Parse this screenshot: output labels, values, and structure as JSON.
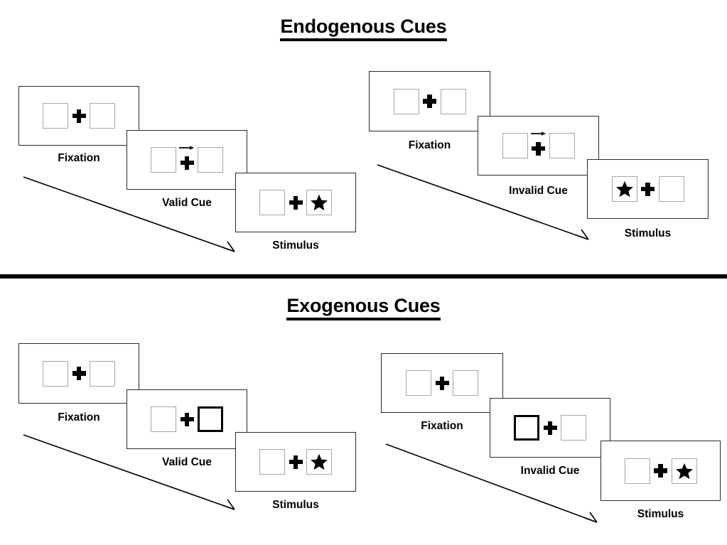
{
  "figure": {
    "title_endogenous": "Endogenous Cues",
    "title_exogenous": "Exogenous Cues",
    "divider_color": "#000000"
  },
  "glyphs": {
    "fixation_cross": "plus-icon",
    "target": "star-icon",
    "directional_cue": "arrow-right-icon",
    "placeholder": "square-placeholder-icon",
    "cued_placeholder": "highlighted-square-icon",
    "time_flow": "diagonal-arrow-icon"
  },
  "colors": {
    "placeholder_border": "#a6a6a6",
    "cued_border": "#000000",
    "panel_border": "#2a2a2a",
    "ink": "#000000",
    "background": "#ffffff"
  },
  "sequences": [
    {
      "id": "endogenous-valid",
      "section": "Endogenous Cues",
      "validity": "valid",
      "frames": [
        {
          "caption": "Fixation",
          "left_box": "empty",
          "right_box": "empty",
          "center": "plus",
          "arrow": "none"
        },
        {
          "caption": "Valid Cue",
          "left_box": "empty",
          "right_box": "empty",
          "center": "plus",
          "arrow": "right"
        },
        {
          "caption": "Stimulus",
          "left_box": "empty",
          "right_box": "star",
          "center": "plus",
          "arrow": "none"
        }
      ]
    },
    {
      "id": "endogenous-invalid",
      "section": "Endogenous Cues",
      "validity": "invalid",
      "frames": [
        {
          "caption": "Fixation",
          "left_box": "empty",
          "right_box": "empty",
          "center": "plus",
          "arrow": "none"
        },
        {
          "caption": "Invalid Cue",
          "left_box": "empty",
          "right_box": "empty",
          "center": "plus",
          "arrow": "right"
        },
        {
          "caption": "Stimulus",
          "left_box": "star",
          "right_box": "empty",
          "center": "plus",
          "arrow": "none"
        }
      ]
    },
    {
      "id": "exogenous-valid",
      "section": "Exogenous Cues",
      "validity": "valid",
      "frames": [
        {
          "caption": "Fixation",
          "left_box": "empty",
          "right_box": "empty",
          "center": "plus",
          "arrow": "none"
        },
        {
          "caption": "Valid Cue",
          "left_box": "empty",
          "right_box": "cued",
          "center": "plus",
          "arrow": "none"
        },
        {
          "caption": "Stimulus",
          "left_box": "empty",
          "right_box": "star",
          "center": "plus",
          "arrow": "none"
        }
      ]
    },
    {
      "id": "exogenous-invalid",
      "section": "Exogenous Cues",
      "validity": "invalid",
      "frames": [
        {
          "caption": "Fixation",
          "left_box": "empty",
          "right_box": "empty",
          "center": "plus",
          "arrow": "none"
        },
        {
          "caption": "Invalid Cue",
          "left_box": "cued",
          "right_box": "empty",
          "center": "plus",
          "arrow": "none"
        },
        {
          "caption": "Stimulus",
          "left_box": "empty",
          "right_box": "star",
          "center": "plus",
          "arrow": "none"
        }
      ]
    }
  ]
}
